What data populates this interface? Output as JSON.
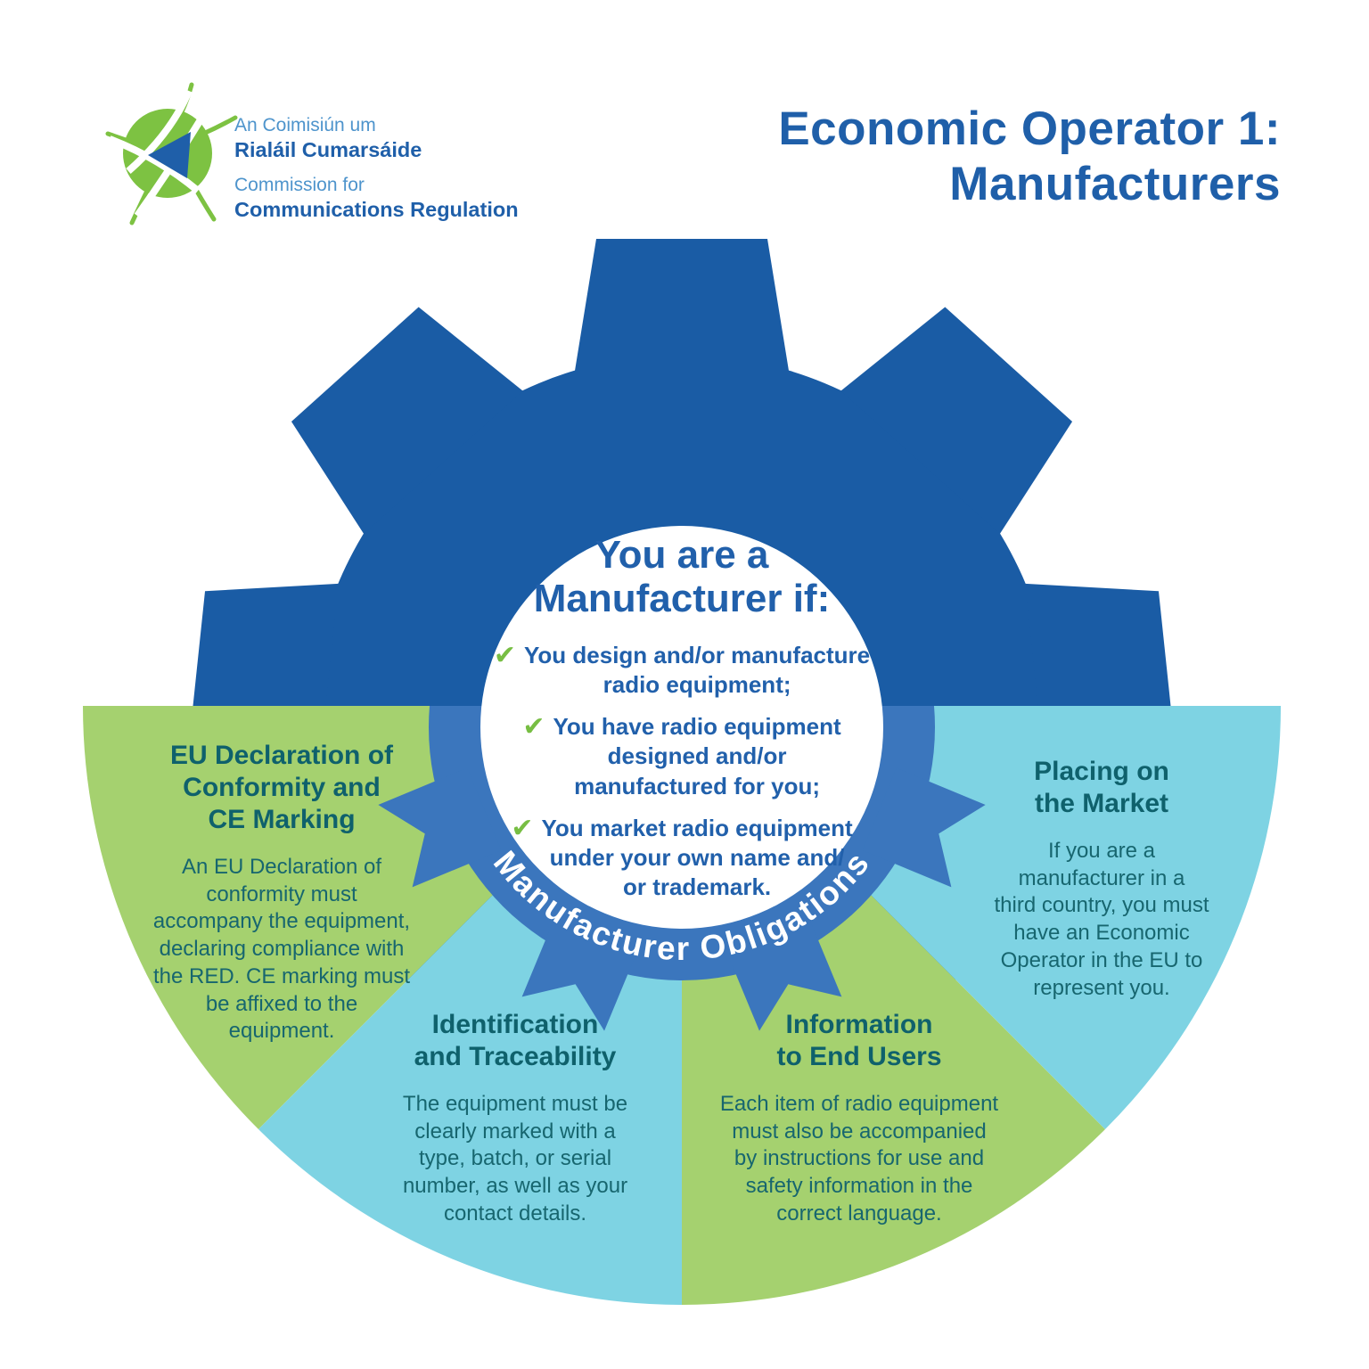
{
  "colors": {
    "gear_blue": "#1A5CA5",
    "ring_blue": "#3B76BD",
    "fan_green": "#A5D16F",
    "fan_light_blue": "#7ED3E3",
    "heading_teal": "#0F616C",
    "body_teal": "#17666F",
    "text_blue": "#2160AB",
    "check_green": "#77BE43",
    "logo_green": "#7DC242",
    "logo_dark_blue": "#1F5FA9",
    "logo_light_blue": "#4E94CC"
  },
  "logo": {
    "line1": "An Coimisiún um",
    "line2": "Rialáil Cumarsáide",
    "line3": "Commission for",
    "line4": "Communications Regulation"
  },
  "title": "Economic Operator 1:\nManufacturers",
  "center": {
    "heading": "You are a\nManufacturer if:",
    "check_icon": "✔",
    "items": [
      "You design and/or manufacture\nradio equipment;",
      "You have radio equipment\ndesigned and/or\nmanufactured for you;",
      "You market radio equipment\nunder your own name and/\nor trademark."
    ]
  },
  "ring_label": "Manufacturer Obligations",
  "segments": [
    {
      "heading": "EU Declaration of\nConformity and\nCE Marking",
      "body": "An EU Declaration of\nconformity must\naccompany the equipment,\ndeclaring compliance with\nthe RED. CE marking must\nbe affixed to the\nequipment."
    },
    {
      "heading": "Identification\nand Traceability",
      "body": "The equipment must be\nclearly marked with a\ntype, batch, or serial\nnumber, as well as your\ncontact details."
    },
    {
      "heading": "Information\nto End Users",
      "body": "Each item of radio equipment\nmust also be accompanied\nby instructions for use and\nsafety information in the\ncorrect language."
    },
    {
      "heading": "Placing on\nthe Market",
      "body": "If you are a\nmanufacturer in a\nthird country, you must\nhave an Economic\nOperator in the EU to\nrepresent you."
    }
  ]
}
